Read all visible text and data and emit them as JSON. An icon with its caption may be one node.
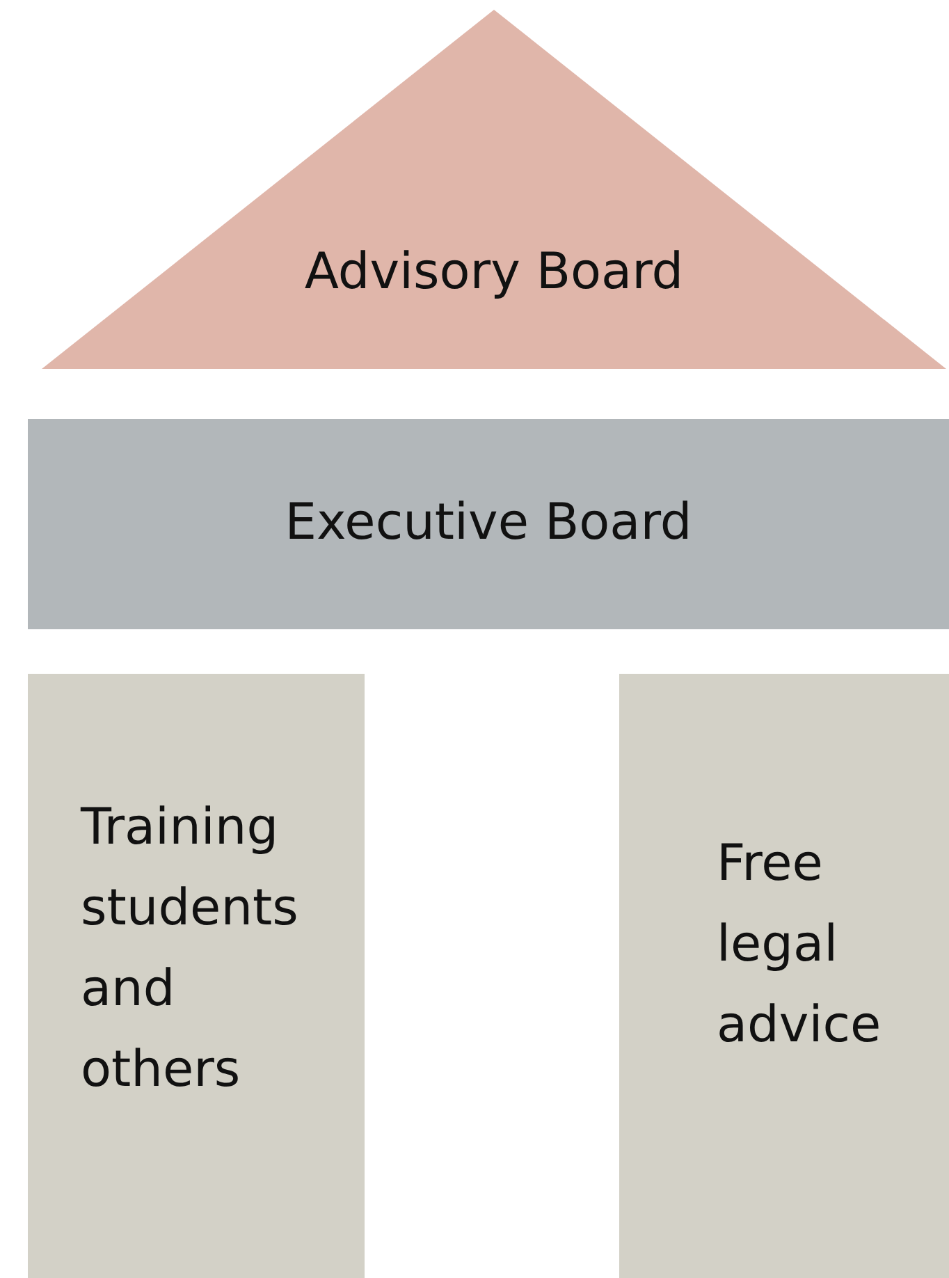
{
  "diagram": {
    "nodes": [
      {
        "text": [
          "Advisory Board"
        ]
      },
      {
        "text": [
          "Executive Board"
        ]
      },
      {
        "text": [
          "Training students and others"
        ]
      },
      {
        "text": [
          "Free legal advice"
        ]
      }
    ]
  }
}
